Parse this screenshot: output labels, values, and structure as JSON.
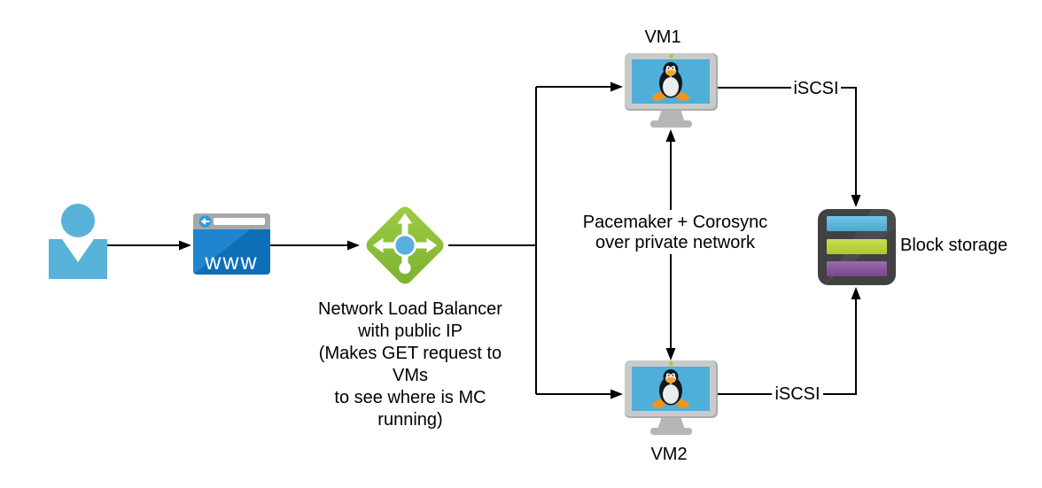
{
  "nodes": {
    "user": {
      "icon": "person-icon"
    },
    "browser": {
      "label": "www",
      "icon": "browser-www-icon"
    },
    "load_balancer": {
      "icon": "load-balancer-icon",
      "caption_lines": [
        "Network Load Balancer",
        "with public IP",
        "(Makes GET request to VMs",
        "to see where is MC running)"
      ]
    },
    "vm1": {
      "label": "VM1",
      "icon": "linux-monitor-icon"
    },
    "vm2": {
      "label": "VM2",
      "icon": "linux-monitor-icon"
    },
    "block_storage": {
      "label": "Block storage",
      "icon": "block-storage-icon"
    }
  },
  "edges": {
    "pacemaker": {
      "lines": [
        "Pacemaker + Corosync",
        "over private network"
      ]
    },
    "iscsi_vm1": {
      "label": "iSCSI"
    },
    "iscsi_vm2": {
      "label": "iSCSI"
    }
  },
  "colors": {
    "line": "#000000",
    "person_blue": "#58B2DA",
    "browser_blue_light": "#1E85CE",
    "browser_blue_dark": "#0E6FB8",
    "browser_header_gray": "#A7A7A7",
    "back_button_blue": "#2F9CD6",
    "lb_green_light": "#9CCD43",
    "lb_green_dark": "#7CB02F",
    "lb_center_blue": "#58AEDC",
    "monitor_frame_gray": "#C8CBCA",
    "monitor_screen_blue": "#4FAFD9",
    "tux_black": "#14181C",
    "tux_orange": "#EF9420",
    "storage_frame": "#414141",
    "storage_blue": "#59B4D9",
    "storage_green": "#B8D22E",
    "storage_purple": "#7E4E96"
  }
}
